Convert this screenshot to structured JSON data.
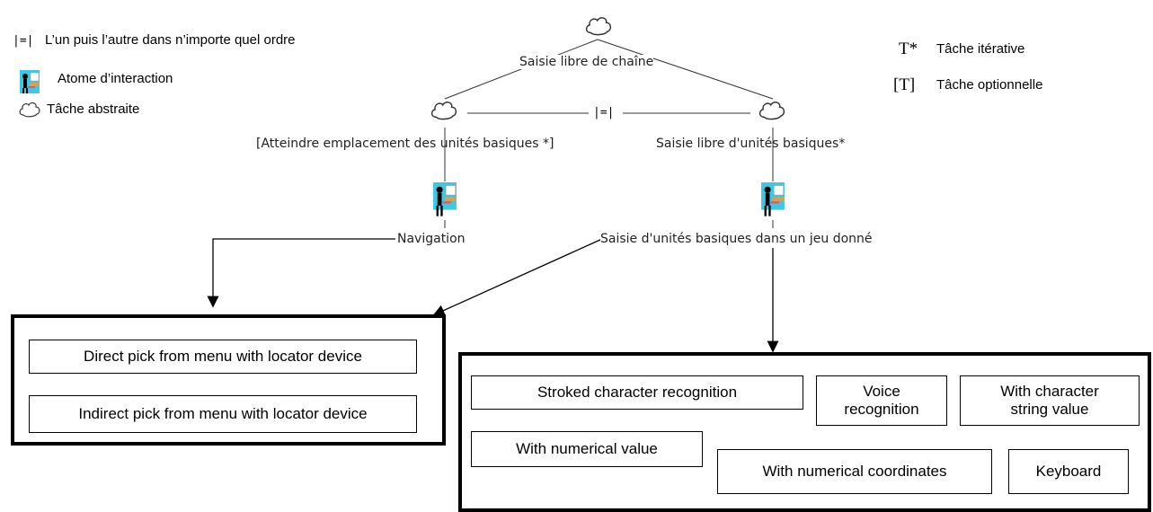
{
  "legend_left": {
    "order_independent": {
      "symbol": "|=|",
      "label": "L’un puis l’autre dans n’importe quel ordre"
    },
    "interaction_atom": {
      "label": "Atome d’interaction",
      "icon": "interaction-atom-icon"
    },
    "abstract_task": {
      "label": "Tâche abstraite",
      "icon": "cloud-icon"
    }
  },
  "legend_right": {
    "iterative": {
      "symbol": "T*",
      "label": "Tâche itérative"
    },
    "optional": {
      "symbol": "[T]",
      "label": "Tâche optionnelle"
    }
  },
  "tree": {
    "root": "Saisie libre de chaîne",
    "operator": "|=|",
    "left_task": "[Atteindre emplacement des unités basiques *]",
    "right_task": "Saisie libre d'unités basiques*",
    "left_leaf": "Navigation",
    "right_leaf": "Saisie d'unités basiques dans un jeu donné"
  },
  "left_group": {
    "items": [
      "Direct pick from menu with locator device",
      "Indirect pick from menu with locator device"
    ]
  },
  "right_group": {
    "items": [
      "Stroked character recognition",
      "Voice\nrecognition",
      "With character\nstring value",
      "With numerical value",
      "With numerical coordinates",
      "Keyboard"
    ]
  }
}
